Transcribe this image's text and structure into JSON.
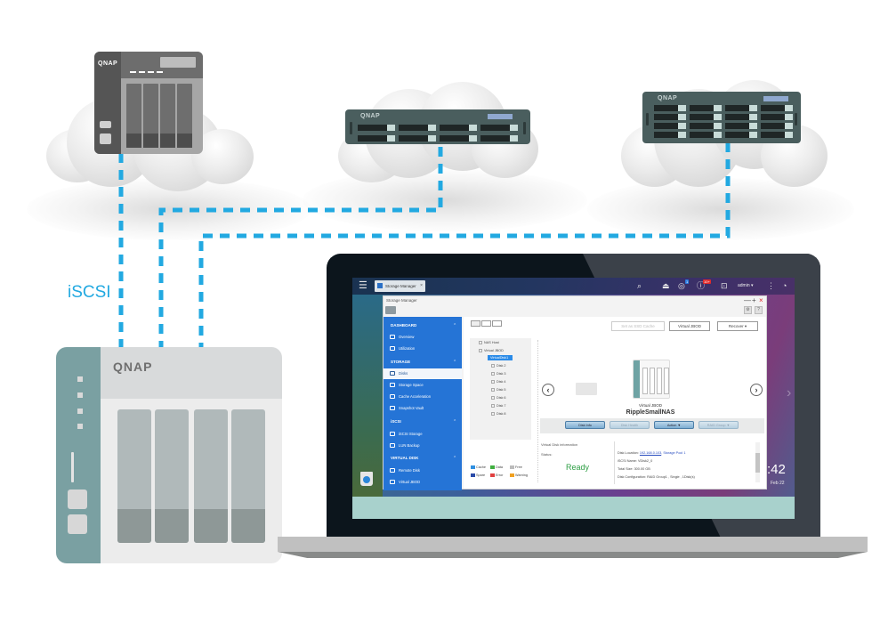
{
  "diagram": {
    "connection_label": "iSCSI",
    "brand": "QNAP",
    "link_color": "#22a9e1"
  },
  "remote_devices": [
    {
      "type": "tower-nas",
      "brand": "QNAP"
    },
    {
      "type": "rack-nas-2u",
      "brand": "QNAP"
    },
    {
      "type": "rack-nas-3u",
      "brand": "QNAP"
    }
  ],
  "local_device": {
    "type": "tower-nas",
    "brand": "QNAP"
  },
  "qts": {
    "topbar": {
      "tab_label": "Storage Manager",
      "notification_badge": "1",
      "alert_badge": "10+",
      "user": "admin ▾"
    },
    "window": {
      "title": "Storage Manager",
      "minimize": "—",
      "maximize": "+",
      "close": "×",
      "help": "?"
    },
    "sidebar": {
      "sections": [
        {
          "label": "DASHBOARD",
          "items": [
            "Overview",
            "Utilization"
          ]
        },
        {
          "label": "STORAGE",
          "items": [
            "Disks",
            "Storage Space",
            "Cache Acceleration",
            "Snapshot Vault"
          ]
        },
        {
          "label": "iSCSI",
          "items": [
            "iSCSI Storage",
            "LUN Backup"
          ]
        },
        {
          "label": "VIRTUAL DISK",
          "items": [
            "Remote Disk",
            "Virtual JBOD"
          ]
        }
      ],
      "active_item": "Disks"
    },
    "toolbar": {
      "set_ssd_cache": "Set as SSD Cache",
      "virtual_jbod": "Virtual JBOD",
      "recover": "Recover ▾"
    },
    "tree": {
      "nas_host": "NAS Host",
      "virtual_jbod": "Virtual JBOD",
      "disks": [
        "VirtualDisk1",
        "Disk 2",
        "Disk 3",
        "Disk 4",
        "Disk 5",
        "Disk 6",
        "Disk 7",
        "Disk 8"
      ],
      "selected": "VirtualDisk1"
    },
    "legend": [
      {
        "label": "Cache",
        "color": "#2f8fe0"
      },
      {
        "label": "Data",
        "color": "#3fae3f"
      },
      {
        "label": "Free",
        "color": "#bcbcbc"
      },
      {
        "label": "Spare",
        "color": "#2a4aa8"
      },
      {
        "label": "Error",
        "color": "#e04040"
      },
      {
        "label": "Warning",
        "color": "#f0a020"
      }
    ],
    "device": {
      "type_label": "Virtual JBOD",
      "name": "RippleSmallNAS"
    },
    "actions": {
      "disk_info": "Disk Info",
      "disk_health": "Disk Health",
      "action": "Action ▼",
      "raid_group": "RAID Group ▼"
    },
    "info": {
      "heading": "Virtual Disk information",
      "status_label": "Status:",
      "status_value": "Ready",
      "location_label": "Disk Location:",
      "location_ip": "192.168.0.103",
      "location_pool": ", Storage Pool 1",
      "iscsi_name": "iSCSI Name: VDisk2_0",
      "total_size": "Total Size: 300.00 GB",
      "configuration": "Disk Configuration: RAID Group1 , Single , 1Disk(s)"
    },
    "clock": ":42",
    "date": "Feb 22"
  }
}
